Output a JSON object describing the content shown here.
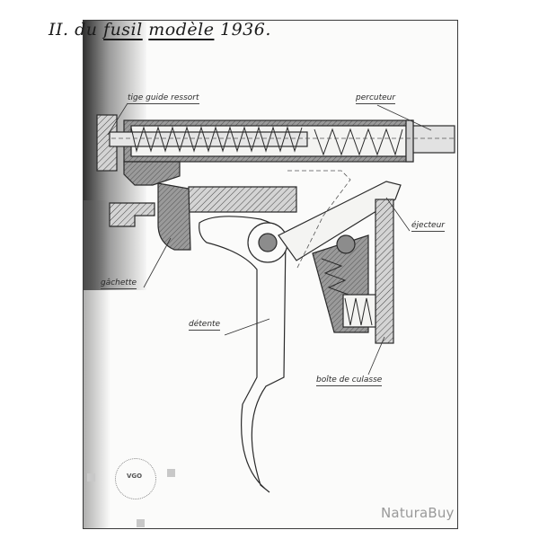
{
  "title": {
    "prefix": "II. du ",
    "word1": "fusil",
    "space": " ",
    "word2": "modèle",
    "suffix": " 1936."
  },
  "labels": {
    "tige_guide_ressort": "tige guide ressort",
    "percuteur": "percuteur",
    "ejecteur": "éjecteur",
    "gachette": "gâchette",
    "detente": "détente",
    "boite_de_culasse": "boîte de culasse"
  },
  "stamp": {
    "text": "VGO"
  },
  "watermark": "NaturaBuy",
  "colors": {
    "line": "#2a2a2a",
    "fill_dark": "#8c8c8c",
    "fill_mid": "#b5b5b5",
    "paper": "#fbfbfa"
  }
}
